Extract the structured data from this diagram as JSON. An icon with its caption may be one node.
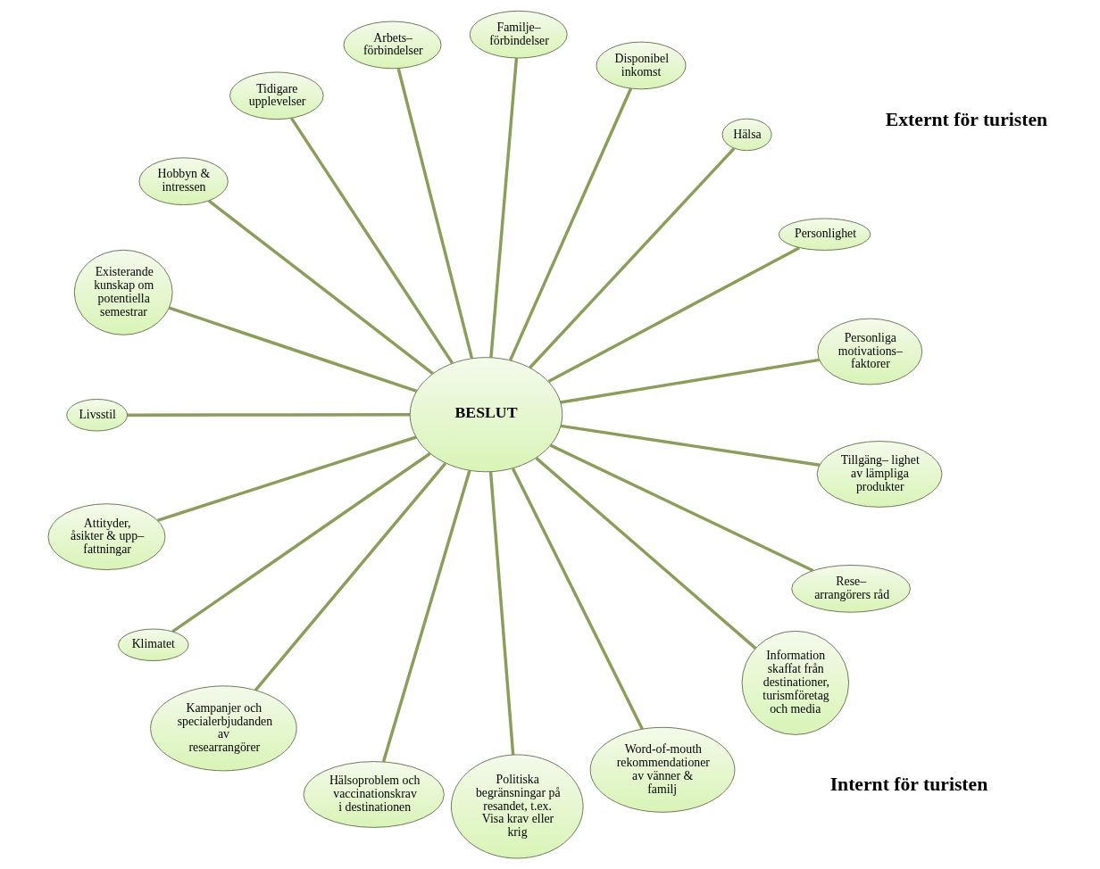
{
  "diagram": {
    "nodes": [
      {
        "text": [
          "BESLUT"
        ]
      },
      {
        "text": [
          "Personliga motivations– faktorer"
        ]
      },
      {
        "text": [
          "Personlighet"
        ]
      },
      {
        "text": [
          "Hälsa"
        ]
      },
      {
        "text": [
          "Disponibel inkomst"
        ]
      },
      {
        "text": [
          "Familje– förbindelser"
        ]
      },
      {
        "text": [
          "Arbets– förbindelser"
        ]
      },
      {
        "text": [
          "Tidigare upplevelser"
        ]
      },
      {
        "text": [
          "Hobbyn & intressen"
        ]
      },
      {
        "text": [
          "Existerande kunskap om potentiella semestrar"
        ]
      },
      {
        "text": [
          "Livsstil"
        ]
      },
      {
        "text": [
          "Attityder, åsikter & upp– fattningar"
        ]
      },
      {
        "text": [
          "Klimatet"
        ]
      },
      {
        "text": [
          "Kampanjer och specialerbjudanden av researrangörer"
        ]
      },
      {
        "text": [
          "Hälsoproblem och vaccinationskrav i destinationen"
        ]
      },
      {
        "text": [
          "Politiska begränsningar på resandet, t.ex. Visa krav eller krig"
        ]
      },
      {
        "text": [
          "Word-of-mouth rekommendationer av vänner & familj"
        ]
      },
      {
        "text": [
          "Information skaffat från destinationer, turismföretag och media"
        ]
      },
      {
        "text": [
          "Rese– arrangörers råd"
        ]
      },
      {
        "text": [
          "Tillgäng– lighet av lämpliga produkter"
        ]
      }
    ],
    "edges": [
      {
        "from": 0,
        "to": 1,
        "arrow": "none"
      },
      {
        "from": 0,
        "to": 2,
        "arrow": "none"
      },
      {
        "from": 0,
        "to": 3,
        "arrow": "none"
      },
      {
        "from": 0,
        "to": 4,
        "arrow": "none"
      },
      {
        "from": 0,
        "to": 5,
        "arrow": "none"
      },
      {
        "from": 0,
        "to": 6,
        "arrow": "none"
      },
      {
        "from": 0,
        "to": 7,
        "arrow": "none"
      },
      {
        "from": 0,
        "to": 8,
        "arrow": "none"
      },
      {
        "from": 0,
        "to": 9,
        "arrow": "none"
      },
      {
        "from": 0,
        "to": 10,
        "arrow": "none"
      },
      {
        "from": 0,
        "to": 11,
        "arrow": "none"
      },
      {
        "from": 0,
        "to": 12,
        "arrow": "none"
      },
      {
        "from": 0,
        "to": 13,
        "arrow": "none"
      },
      {
        "from": 0,
        "to": 14,
        "arrow": "none"
      },
      {
        "from": 0,
        "to": 15,
        "arrow": "none"
      },
      {
        "from": 0,
        "to": 16,
        "arrow": "none"
      },
      {
        "from": 0,
        "to": 17,
        "arrow": "none"
      },
      {
        "from": 0,
        "to": 18,
        "arrow": "none"
      },
      {
        "from": 0,
        "to": 19,
        "arrow": "none"
      }
    ],
    "labels": [
      "Internt för turisten",
      "Externt för turisten"
    ]
  }
}
